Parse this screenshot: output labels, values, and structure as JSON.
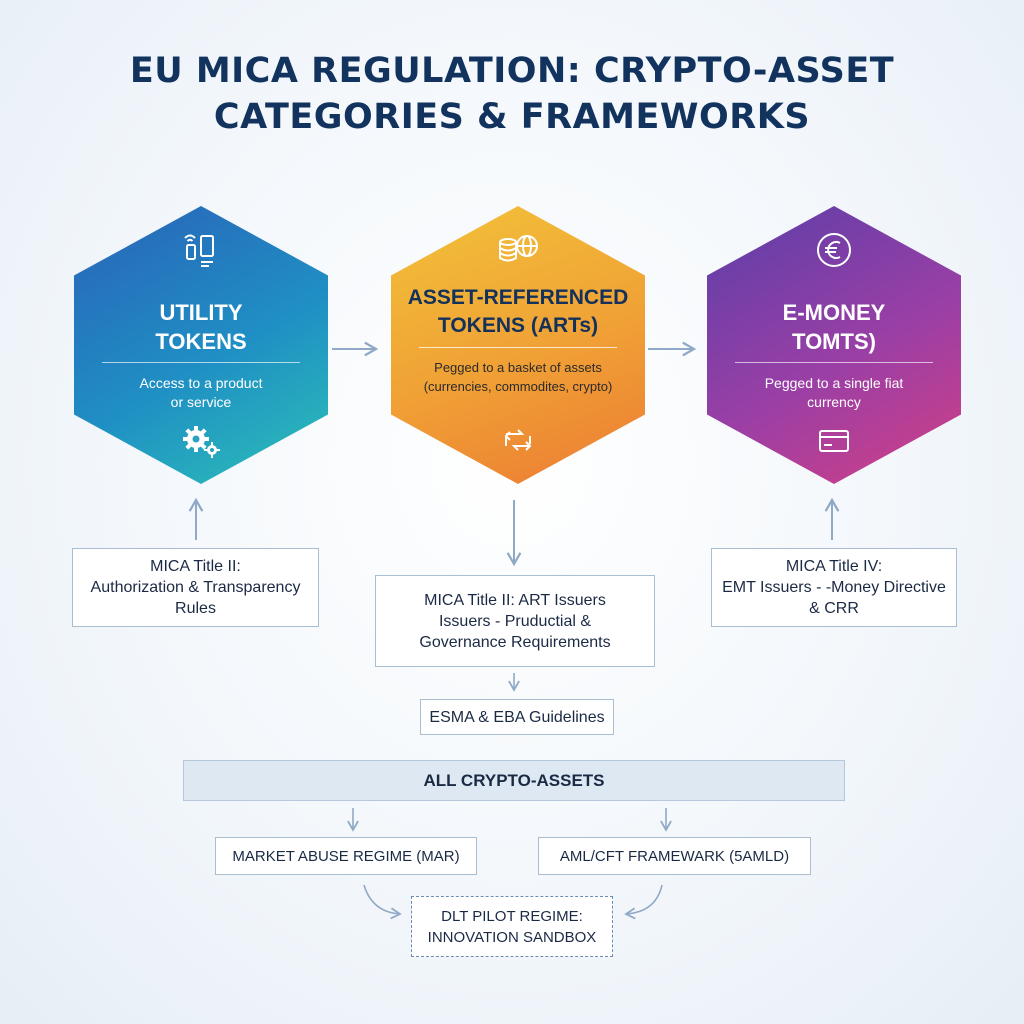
{
  "title": {
    "line1": "EU MICA REGULATION: CRYPTO-ASSET",
    "line2": "CATEGORIES & FRAMEWORKS"
  },
  "hexagons": {
    "utility": {
      "title_line1": "UTILITY",
      "title_line2": "TOKENS",
      "desc_line1": "Access to a product",
      "desc_line2": "or service",
      "top_icon": "devices-icon",
      "bottom_icon": "gears-icon",
      "gradient": [
        "#2a62b8",
        "#1f8fc4",
        "#2cc1b7"
      ]
    },
    "art": {
      "title_line1": "ASSET-REFERENCED",
      "title_line2": "TOKENS (ARTs)",
      "desc_line1": "Pegged to a basket of assets",
      "desc_line2": "(currencies, commodites, crypto)",
      "top_icon": "coins-globe-icon",
      "bottom_icon": "exchange-icon",
      "gradient": [
        "#f2c23a",
        "#f0a035",
        "#ec7b34"
      ]
    },
    "emt": {
      "title_line1": "E-MONEY",
      "title_line2": "TOMTS)",
      "desc_line1": "Pegged to a single fiat",
      "desc_line2": "currency",
      "top_icon": "euro-icon",
      "bottom_icon": "card-icon",
      "gradient": [
        "#5a3fa8",
        "#9a3fa6",
        "#d23f84"
      ]
    }
  },
  "boxes": {
    "title2": {
      "line1": "MICA Title II:",
      "line2": "Authorization & Transparency",
      "line3": "Rules"
    },
    "art_issuers": {
      "line1": "MICA Title II: ART Issuers",
      "line2": "Issuers - Pruductial &",
      "line3": "Governance Requirements"
    },
    "title4": {
      "line1": "MICA Title IV:",
      "line2": "EMT Issuers - -Money Directive",
      "line3": "& CRR"
    },
    "esma": "ESMA & EBA Guidelines",
    "all": "ALL CRYPTO-ASSETS",
    "mar": "MARKET ABUSE REGIME (MAR)",
    "aml": "AML/CFT FRAMEWARK (5AMLD)",
    "dlt": {
      "line1": "DLT PILOT REGIME:",
      "line2": "INNOVATION SANDBOX"
    }
  },
  "colors": {
    "title": "#12335e",
    "connector": "#8fa9c6",
    "box_border": "#a9bdd3"
  }
}
